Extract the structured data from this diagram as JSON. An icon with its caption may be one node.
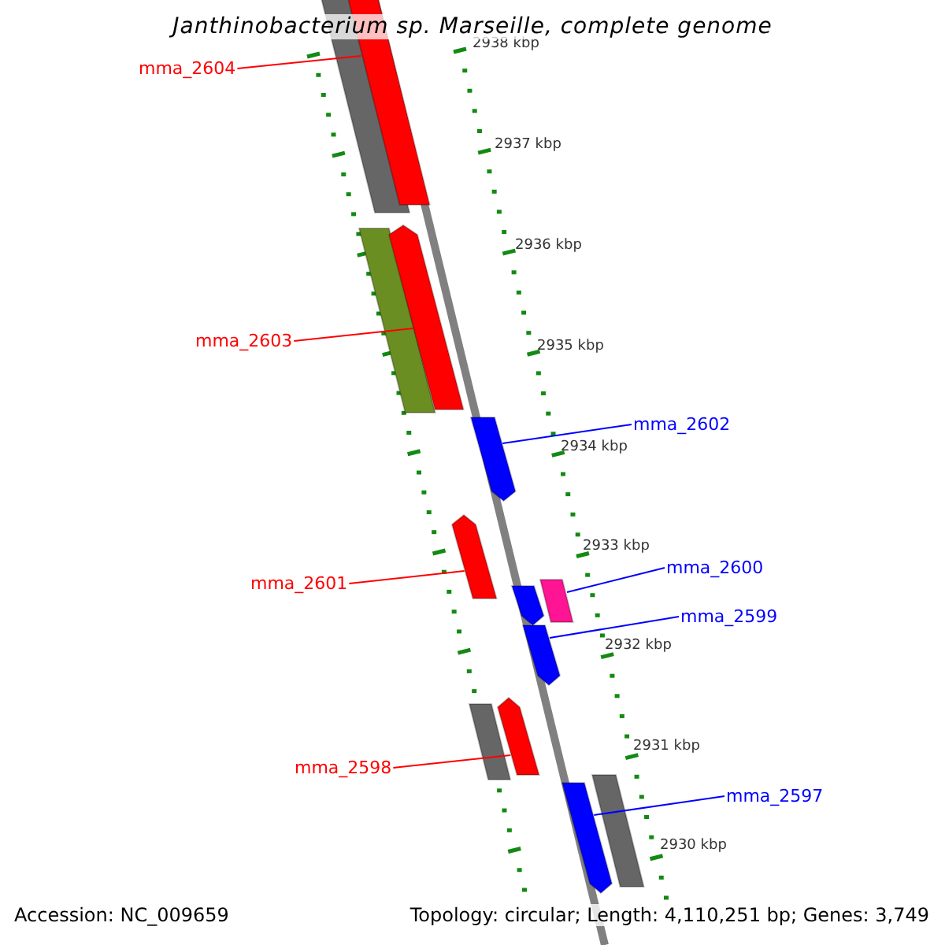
{
  "diagram": {
    "title": "Janthinobacterium sp. Marseille, complete genome",
    "nodes": [
      {
        "text": [],
        "shape": "bar"
      },
      {
        "text": [],
        "shape": "bar"
      },
      {
        "text": [],
        "shape": "bar"
      },
      {
        "text": [],
        "shape": "bar"
      },
      {
        "text": [],
        "shape": "bar"
      },
      {
        "text": [],
        "shape": "bar"
      },
      {
        "text": [],
        "shape": "bar"
      },
      {
        "text": [],
        "shape": "bar"
      },
      {
        "text": [],
        "shape": "bar"
      },
      {
        "text": [],
        "shape": "bar"
      },
      {
        "text": [],
        "shape": "bar"
      },
      {
        "text": [],
        "shape": "bar"
      },
      {
        "text": [],
        "shape": "bar"
      },
      {
        "text": [
          "mma_2604"
        ]
      },
      {
        "text": [
          "mma_2603"
        ]
      },
      {
        "text": [
          "mma_2602"
        ]
      },
      {
        "text": [
          "mma_2601"
        ]
      },
      {
        "text": [
          "mma_2600"
        ]
      },
      {
        "text": [
          "mma_2599"
        ]
      },
      {
        "text": [
          "mma_2598"
        ]
      },
      {
        "text": [
          "mma_2597"
        ]
      }
    ],
    "edges": [
      {
        "from": 13,
        "to": 1,
        "arrow": "none",
        "color": "#ff0000"
      },
      {
        "from": 14,
        "to": 3,
        "arrow": "none",
        "color": "#ff0000"
      },
      {
        "from": 15,
        "to": 4,
        "arrow": "none",
        "color": "#0000ff"
      },
      {
        "from": 16,
        "to": 5,
        "arrow": "none",
        "color": "#ff0000"
      },
      {
        "from": 17,
        "to": 7,
        "arrow": "none",
        "color": "#0000ff"
      },
      {
        "from": 18,
        "to": 8,
        "arrow": "none",
        "color": "#0000ff"
      },
      {
        "from": 19,
        "to": 10,
        "arrow": "none",
        "color": "#ff0000"
      },
      {
        "from": 20,
        "to": 11,
        "arrow": "none",
        "color": "#0000ff"
      }
    ],
    "labels": [
      "2938 kbp",
      "2937 kbp",
      "2936 kbp",
      "2935 kbp",
      "2934 kbp",
      "2933 kbp",
      "2932 kbp",
      "2931 kbp",
      "2930 kbp",
      "Accession: NC_009659",
      "Topology: circular; Length: 4,110,251 bp; Genes: 3,749"
    ]
  }
}
